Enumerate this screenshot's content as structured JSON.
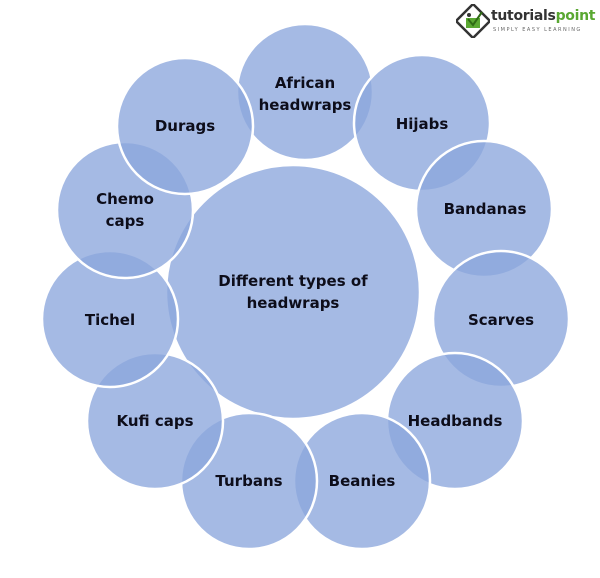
{
  "logo": {
    "brand_part1": "tutorials",
    "brand_part2": "point",
    "tagline": "SIMPLY EASY LEARNING",
    "brand_color": "#5aa832"
  },
  "diagram": {
    "fill_color": "#8ca6dc",
    "stroke_color": "#ffffff",
    "center": {
      "label_lines": [
        "Different types of",
        "headwraps"
      ]
    },
    "items": [
      {
        "label_lines": [
          "African",
          "headwraps"
        ]
      },
      {
        "label_lines": [
          "Hijabs"
        ]
      },
      {
        "label_lines": [
          "Bandanas"
        ]
      },
      {
        "label_lines": [
          "Scarves"
        ]
      },
      {
        "label_lines": [
          "Headbands"
        ]
      },
      {
        "label_lines": [
          "Beanies"
        ]
      },
      {
        "label_lines": [
          "Turbans"
        ]
      },
      {
        "label_lines": [
          "Kufi caps"
        ]
      },
      {
        "label_lines": [
          "Tichel"
        ]
      },
      {
        "label_lines": [
          "Chemo",
          "caps"
        ]
      },
      {
        "label_lines": [
          "Durags"
        ]
      }
    ]
  }
}
